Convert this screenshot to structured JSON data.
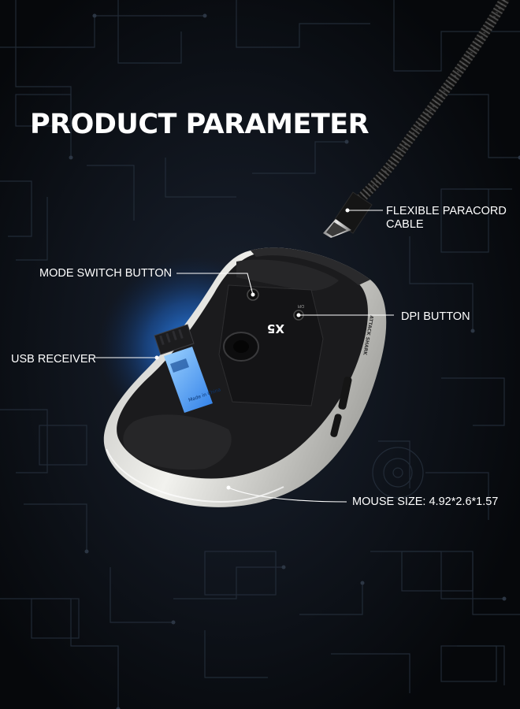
{
  "title": "PRODUCT PARAMETER",
  "callouts": {
    "cable_line1": "FLEXIBLE PARACORD",
    "cable_line2": "CABLE",
    "mode_switch": "MODE SWITCH BUTTON",
    "dpi": "DPI BUTTON",
    "usb": "USB RECEIVER",
    "size": "MOUSE SIZE: 4.92*2.6*1.57"
  },
  "product": {
    "model_mark": "X5",
    "side_text": "ATTACK SHARK",
    "dpi_mark": "DPI",
    "receiver_text": "Made in China"
  },
  "colors": {
    "background": "#0a0d12",
    "circuit": "#1c2430",
    "glow": "#2f8fff",
    "shell": "#dcdcd8",
    "base": "#1b1b1d"
  }
}
